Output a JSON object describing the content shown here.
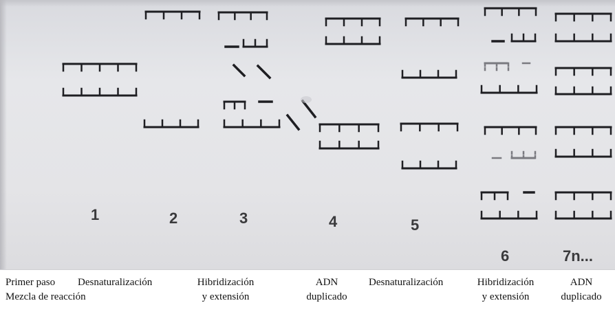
{
  "steps": [
    {
      "number": "1"
    },
    {
      "number": "2"
    },
    {
      "number": "3"
    },
    {
      "number": "4"
    },
    {
      "number": "5"
    },
    {
      "number": "6"
    },
    {
      "number": "7n..."
    }
  ],
  "captions": {
    "c1a": "Primer paso",
    "c1b": "Mezcla de reacción",
    "c2": "Desnaturalización",
    "c3a": "Hibridización",
    "c3b": "y extensión",
    "c4a": "ADN",
    "c4b": "duplicado",
    "c5": "Desnaturalización",
    "c6a": "Hibridización",
    "c6b": "y extensión",
    "c7a": "ADN",
    "c7b": "duplicado"
  },
  "colors": {
    "ink": "#1e1e22",
    "faint_ink": "#7a7a80",
    "background": "#e4e4e7"
  }
}
